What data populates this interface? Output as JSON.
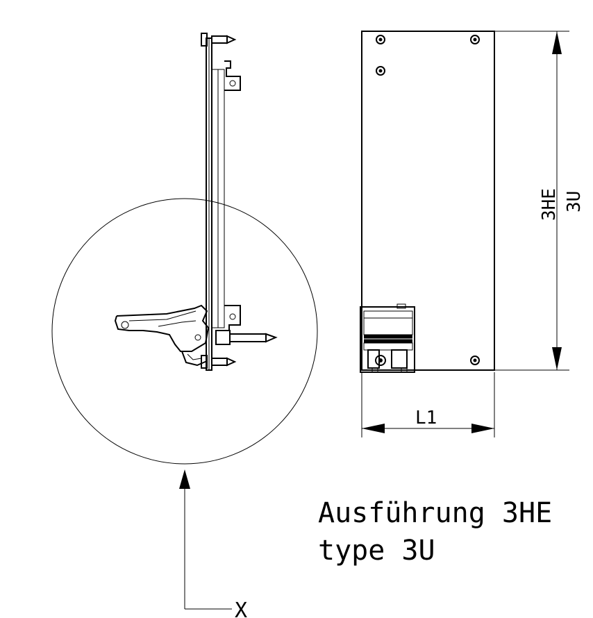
{
  "drawing": {
    "height_label_de": "3HE",
    "height_label_en": "3U",
    "width_label": "L1",
    "caption_de": "Ausführung 3HE",
    "caption_en": "type 3U",
    "detail_marker": "X"
  }
}
